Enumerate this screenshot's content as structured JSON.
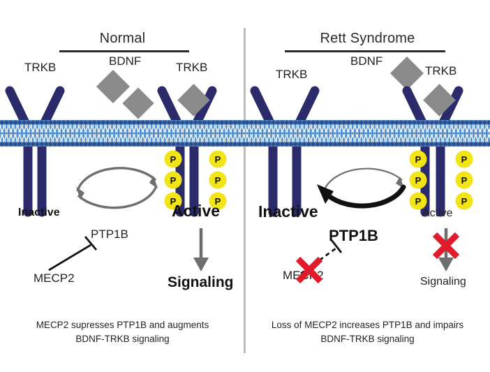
{
  "figure": {
    "type": "biological-pathway-diagram",
    "subject": "MECP2 / PTP1B regulation of BDNF-TRKB signaling",
    "background_color": "#ffffff",
    "divider_color": "#b9bcc0"
  },
  "colors": {
    "receptor_navy": "#2b2b6b",
    "membrane_head": "#2e4f8f",
    "membrane_tail_light": "#5b9bd5",
    "membrane_band": "#4a86c8",
    "bdnf_gray": "#8a8a8a",
    "phospho_yellow": "#f2e516",
    "phospho_text": "#111111",
    "arrow_gray": "#6e6e6e",
    "cycle_gray": "#6e6e6e",
    "bold_black": "#111111",
    "x_red": "#e01b2b",
    "text_dark": "#231f20"
  },
  "panels": [
    {
      "id": "normal",
      "title": "Normal",
      "receptor_labels": {
        "left": "TRKB",
        "right": "TRKB"
      },
      "ligand_label": "BDNF",
      "ligand_count": 3,
      "free_ligands": 2,
      "bound_ligands": 1,
      "inactive_label": "Inactive",
      "inactive_emphasis": "small-bold",
      "active_label": "Active",
      "active_emphasis": "large-bold",
      "phospho_label": "P",
      "phospho_per_receptor": 3,
      "phospho_total": 6,
      "enzyme_label": "PTP1B",
      "enzyme_emphasis": "regular",
      "regulator_label": "MECP2",
      "regulator_edge": "inhibition-solid",
      "regulator_blocked": false,
      "cycle_emphasis": "balanced",
      "signaling_label": "Signaling",
      "signaling_emphasis": "bold",
      "signaling_blocked": false,
      "caption_lines": [
        "MECP2 supresses PTP1B and augments",
        "BDNF-TRKB signaling"
      ]
    },
    {
      "id": "rett",
      "title": "Rett Syndrome",
      "receptor_labels": {
        "left": "TRKB",
        "right": "TRKB"
      },
      "ligand_label": "BDNF",
      "ligand_count": 2,
      "free_ligands": 1,
      "bound_ligands": 1,
      "inactive_label": "Inactive",
      "inactive_emphasis": "large-bold",
      "active_label": "Active",
      "active_emphasis": "small-regular",
      "phospho_label": "P",
      "phospho_per_receptor": 3,
      "phospho_total": 6,
      "enzyme_label": "PTP1B",
      "enzyme_emphasis": "large-bold",
      "regulator_label": "MECP2",
      "regulator_edge": "inhibition-dashed",
      "regulator_blocked": true,
      "cycle_emphasis": "dephosphorylation-dominant",
      "signaling_label": "Signaling",
      "signaling_emphasis": "regular",
      "signaling_blocked": true,
      "caption_lines": [
        "Loss of MECP2 increases PTP1B and impairs",
        "BDNF-TRKB signaling"
      ]
    }
  ],
  "icons": {
    "ligand": "bdnf-diamond-icon",
    "phospho": "phospho-circle-icon",
    "block": "red-x-icon",
    "receptor": "trkb-receptor-icon",
    "membrane": "lipid-bilayer-icon",
    "cycle": "cycle-arrows-icon",
    "signal_arrow": "down-arrow-icon",
    "inhibitor": "t-bar-inhibition-icon"
  }
}
